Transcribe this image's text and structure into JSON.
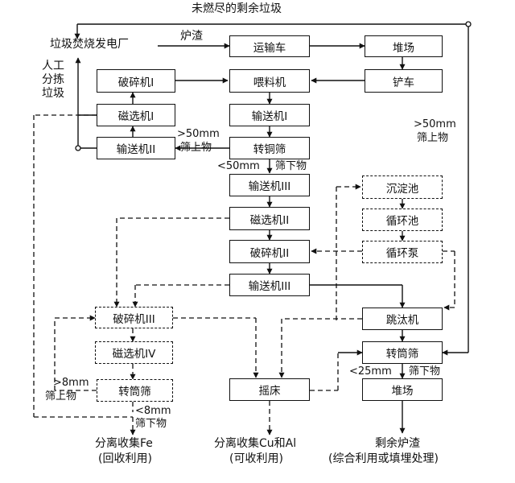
{
  "top_loop_label": "未燃尽的剩余垃圾",
  "source": "垃圾焚烧发电厂",
  "slag_label": "炉渣",
  "manual_sorting": [
    "人工",
    "分拣",
    "垃圾"
  ],
  "boxes": {
    "transport_truck": "运输车",
    "stockyard_top": "堆场",
    "feeder": "喂料机",
    "shovel_truck": "铲车",
    "crusher_1": "破碎机I",
    "magnetic_1": "磁选机I",
    "conveyor_1": "输送机I",
    "conveyor_2": "输送机II",
    "trommel_top": "转铜筛",
    "conveyor_3a": "输送机III",
    "magnetic_2": "磁选机II",
    "crusher_2": "破碎机II",
    "conveyor_3b": "输送机III",
    "settling_tank": "沉淀池",
    "circulation_tank": "循环池",
    "circulation_pump": "循环泵",
    "jig": "跳汰机",
    "crusher_3": "破碎机III",
    "magnetic_4": "磁选机IV",
    "trommel_left": "转筒筛",
    "trommel_right": "转筒筛",
    "shaking_table": "摇床",
    "stockyard_bottom": "堆场"
  },
  "labels": {
    "gt50_left_1": ">50mm",
    "gt50_left_2": "筛上物",
    "lt50_1": "<50mm",
    "lt50_2": "筛下物",
    "gt50_right_1": ">50mm",
    "gt50_right_2": "筛上物",
    "lt25_1": "<25mm",
    "lt25_2": "筛下物",
    "gt8_1": ">8mm",
    "gt8_2": "筛上物",
    "lt8_1": "<8mm",
    "lt8_2": "筛下物"
  },
  "outputs": {
    "fe_1": "分离收集Fe",
    "fe_2": "(回收利用)",
    "cual_1": "分离收集Cu和Al",
    "cual_2": "(可收利用)",
    "slag_1": "剩余炉渣",
    "slag_2": "(综合利用或填埋处理)"
  }
}
